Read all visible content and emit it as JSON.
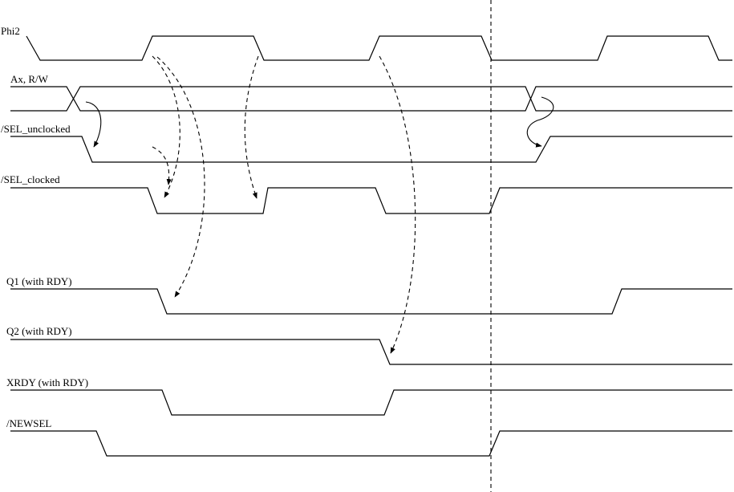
{
  "diagram": {
    "type": "timing-diagram",
    "signals": [
      {
        "name": "Phi2"
      },
      {
        "name": "Ax, R/W"
      },
      {
        "name": "/SEL_unclocked"
      },
      {
        "name": "/SEL_clocked"
      },
      {
        "name": "Q1 (with RDY)"
      },
      {
        "name": "Q2 (with RDY)"
      },
      {
        "name": "XRDY (with RDY)"
      },
      {
        "name": "/NEWSEL"
      }
    ],
    "colors": {
      "line": "#000000",
      "background": "#ffffff"
    }
  }
}
